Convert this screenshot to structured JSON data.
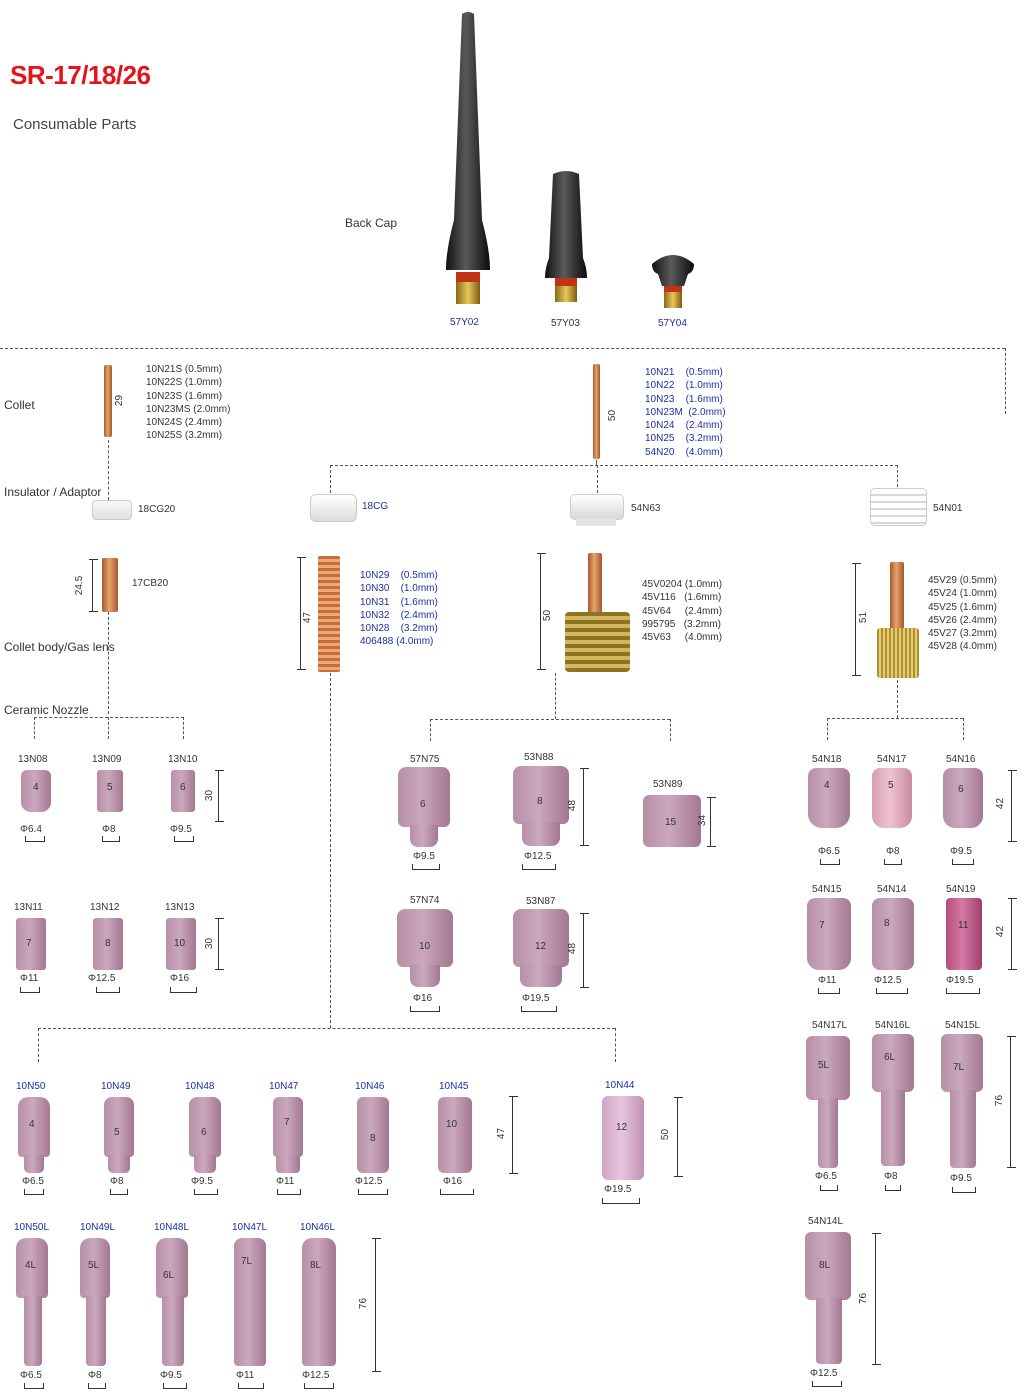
{
  "header": {
    "title": "SR-17/18/26",
    "subtitle": "Consumable Parts"
  },
  "back_cap": {
    "label": "Back Cap",
    "items": [
      {
        "code": "57Y02",
        "blue": true
      },
      {
        "code": "57Y03",
        "blue": false
      },
      {
        "code": "57Y04",
        "blue": true
      }
    ]
  },
  "sections": {
    "collet": "Collet",
    "insulator": "Insulator / Adaptor",
    "collet_body": "Collet body/Gas lens",
    "ceramic_nozzle": "Ceramic Nozzle"
  },
  "collet_short": {
    "length": "29",
    "list": "10N21S (0.5mm)\n10N22S (1.0mm)\n10N23S (1.6mm)\n10N23MS (2.0mm)\n10N24S (2.4mm)\n10N25S (3.2mm)"
  },
  "collet_long": {
    "length": "50",
    "list": "10N21    (0.5mm)\n10N22    (1.0mm)\n10N23    (1.6mm)\n10N23M  (2.0mm)\n10N24    (2.4mm)\n10N25    (3.2mm)\n54N20    (4.0mm)"
  },
  "insulators": [
    "18CG20",
    "18CG",
    "54N63",
    "54N01"
  ],
  "bodies": {
    "b17cb20": {
      "code": "17CB20",
      "length": "24.5"
    },
    "b10n": {
      "length": "47",
      "list": "10N29    (0.5mm)\n10N30    (1.0mm)\n10N31    (1.6mm)\n10N32    (2.4mm)\n10N28    (3.2mm)\n406488 (4.0mm)"
    },
    "b45v": {
      "length": "50",
      "list": "45V0204 (1.0mm)\n45V116   (1.6mm)\n45V64     (2.4mm)\n995795   (3.2mm)\n45V63     (4.0mm)"
    },
    "b45v2": {
      "length": "51",
      "list": "45V29 (0.5mm)\n45V24 (1.0mm)\n45V25 (1.6mm)\n45V26 (2.4mm)\n45V27 (3.2mm)\n45V28 (4.0mm)"
    }
  },
  "nozzles_13n": {
    "row1": {
      "height": "30",
      "items": [
        {
          "code": "13N08",
          "num": "4",
          "dia": "Φ6.4"
        },
        {
          "code": "13N09",
          "num": "5",
          "dia": "Φ8"
        },
        {
          "code": "13N10",
          "num": "6",
          "dia": "Φ9.5"
        }
      ]
    },
    "row2": {
      "height": "30",
      "items": [
        {
          "code": "13N11",
          "num": "7",
          "dia": "Φ11"
        },
        {
          "code": "13N12",
          "num": "8",
          "dia": "Φ12.5"
        },
        {
          "code": "13N13",
          "num": "10",
          "dia": "Φ16"
        }
      ]
    }
  },
  "nozzles_57n": {
    "height": "48",
    "items": [
      {
        "code": "57N75",
        "num": "6",
        "dia": "Φ9.5"
      },
      {
        "code": "53N88",
        "num": "8",
        "dia": "Φ12.5"
      },
      {
        "code": "53N89",
        "num": "15",
        "dia": "",
        "height": "34"
      },
      {
        "code": "57N74",
        "num": "10",
        "dia": "Φ16"
      },
      {
        "code": "53N87",
        "num": "12",
        "dia": "Φ19.5"
      }
    ]
  },
  "nozzles_54n": {
    "row1": {
      "height": "42",
      "items": [
        {
          "code": "54N18",
          "num": "4",
          "dia": "Φ6.5"
        },
        {
          "code": "54N17",
          "num": "5",
          "dia": "Φ8"
        },
        {
          "code": "54N16",
          "num": "6",
          "dia": "Φ9.5"
        }
      ]
    },
    "row2": {
      "height": "42",
      "items": [
        {
          "code": "54N15",
          "num": "7",
          "dia": "Φ11"
        },
        {
          "code": "54N14",
          "num": "8",
          "dia": "Φ12.5"
        },
        {
          "code": "54N19",
          "num": "11",
          "dia": "Φ19.5"
        }
      ]
    },
    "row3": {
      "height": "76",
      "items": [
        {
          "code": "54N17L",
          "num": "5L",
          "dia": "Φ6.5"
        },
        {
          "code": "54N16L",
          "num": "6L",
          "dia": "Φ8"
        },
        {
          "code": "54N15L",
          "num": "7L",
          "dia": "Φ9.5"
        }
      ]
    },
    "row4": {
      "height": "76",
      "items": [
        {
          "code": "54N14L",
          "num": "8L",
          "dia": "Φ12.5"
        }
      ]
    }
  },
  "nozzles_10n": {
    "row1": {
      "height": "47",
      "items": [
        {
          "code": "10N50",
          "num": "4",
          "dia": "Φ6.5"
        },
        {
          "code": "10N49",
          "num": "5",
          "dia": "Φ8"
        },
        {
          "code": "10N48",
          "num": "6",
          "dia": "Φ9.5"
        },
        {
          "code": "10N47",
          "num": "7",
          "dia": "Φ11"
        },
        {
          "code": "10N46",
          "num": "8",
          "dia": "Φ12.5"
        },
        {
          "code": "10N45",
          "num": "10",
          "dia": "Φ16"
        }
      ]
    },
    "n44": {
      "code": "10N44",
      "num": "12",
      "dia": "Φ19.5",
      "height": "50"
    },
    "row2": {
      "height": "76",
      "items": [
        {
          "code": "10N50L",
          "num": "4L",
          "dia": "Φ6.5"
        },
        {
          "code": "10N49L",
          "num": "5L",
          "dia": "Φ8"
        },
        {
          "code": "10N48L",
          "num": "6L",
          "dia": "Φ9.5"
        },
        {
          "code": "10N47L",
          "num": "7L",
          "dia": "Φ11"
        },
        {
          "code": "10N46L",
          "num": "8L",
          "dia": "Φ12.5"
        }
      ]
    }
  }
}
